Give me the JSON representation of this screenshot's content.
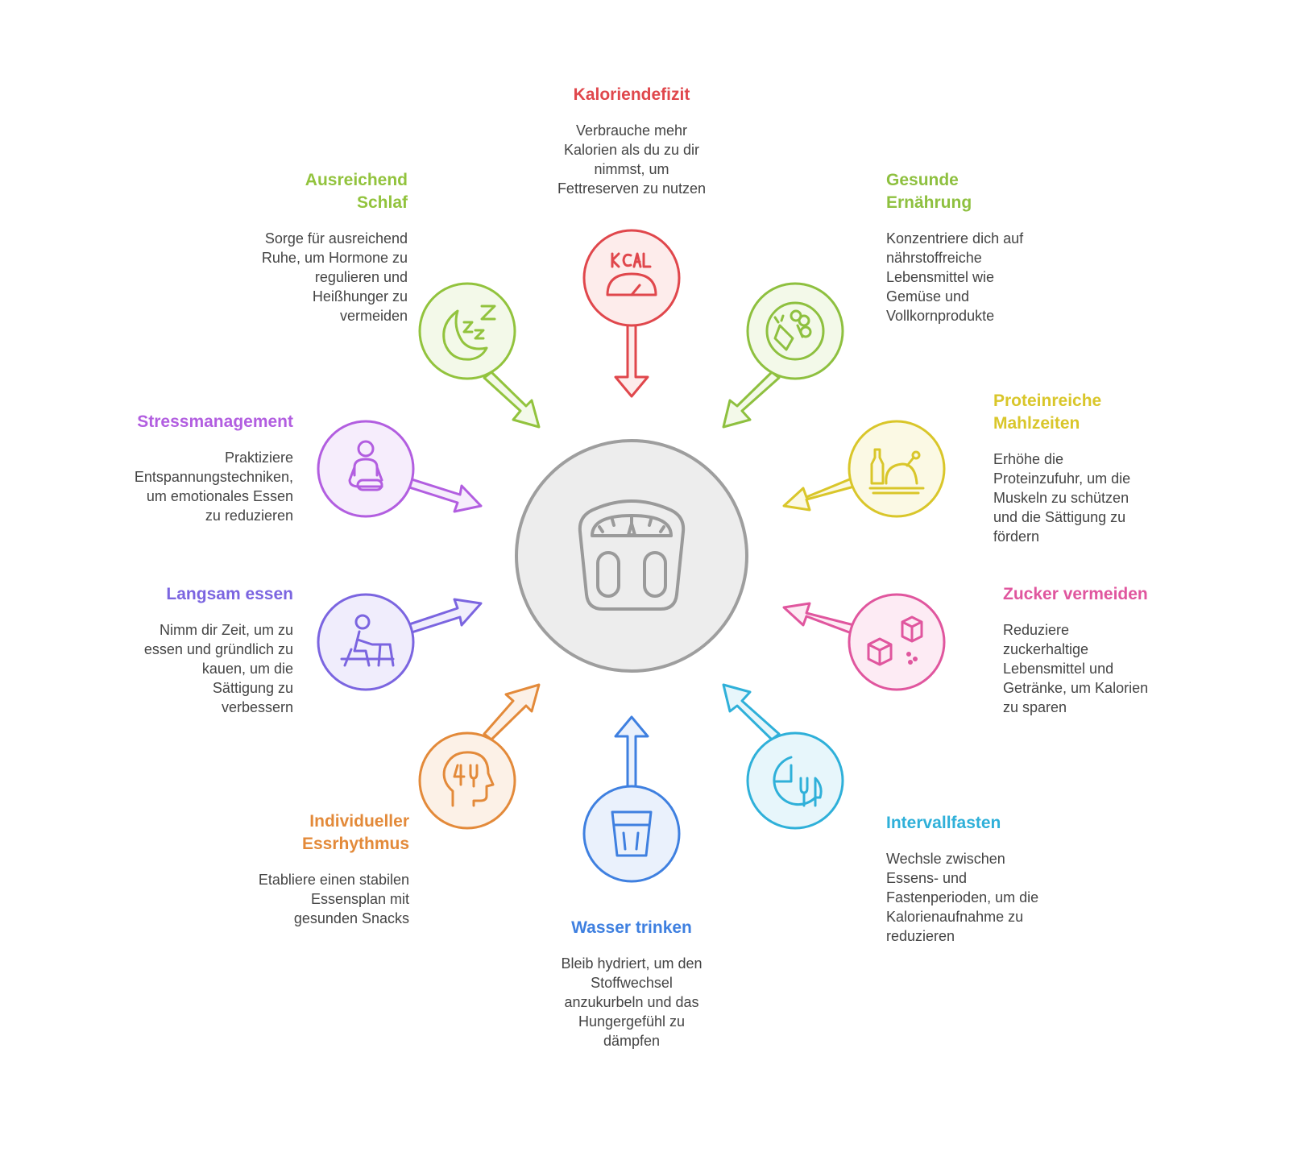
{
  "center": {
    "icon": "bathroom-scale-icon"
  },
  "items": [
    {
      "id": "kaloriendefizit",
      "title": "Kaloriendefizit",
      "text": "Verbrauche mehr\nKalorien als du zu dir\nnimmst, um\nFettreserven zu nutzen",
      "color": "#e0474c",
      "fill": "#fdeceb",
      "icon": "kcal-scale-icon"
    },
    {
      "id": "gesunde-ernaehrung",
      "title": "Gesunde\nErnährung",
      "text": "Konzentriere dich auf\nnährstoffreiche\nLebensmittel wie\nGemüse und\nVollkornprodukte",
      "color": "#8ec03f",
      "fill": "#f3f9e9",
      "icon": "vegetables-icon"
    },
    {
      "id": "proteinreiche-mahlzeiten",
      "title": "Proteinreiche\nMahlzeiten",
      "text": "Erhöhe die\nProteinzufuhr, um die\nMuskeln zu schützen\nund die Sättigung zu\nfördern",
      "color": "#d9c62a",
      "fill": "#fbf9e4",
      "icon": "chicken-dish-icon"
    },
    {
      "id": "zucker-vermeiden",
      "title": "Zucker vermeiden",
      "text": "Reduziere\nzuckerhaltige\nLebensmittel und\nGetränke, um Kalorien\nzu sparen",
      "color": "#e0569e",
      "fill": "#fdebf4",
      "icon": "sugar-cubes-icon"
    },
    {
      "id": "intervallfasten",
      "title": "Intervallfasten",
      "text": "Wechsle zwischen\nEssens- und\nFastenperioden, um die\nKalorienaufnahme zu\nreduzieren",
      "color": "#2fb0d9",
      "fill": "#e7f6fb",
      "icon": "clock-cutlery-icon"
    },
    {
      "id": "wasser-trinken",
      "title": "Wasser trinken",
      "text": "Bleib hydriert, um den\nStoffwechsel\nanzukurbeln und das\nHungergefühl zu\ndämpfen",
      "color": "#3f80e0",
      "fill": "#eaf1fc",
      "icon": "water-glass-icon"
    },
    {
      "id": "essrhythmus",
      "title": "Individueller\nEssrhythmus",
      "text": "Etabliere einen stabilen\nEssensplan mit\ngesunden Snacks",
      "color": "#e38a3a",
      "fill": "#fcf1e7",
      "icon": "head-cutlery-icon"
    },
    {
      "id": "langsam-essen",
      "title": "Langsam essen",
      "text": "Nimm dir Zeit, um zu\nessen und gründlich zu\nkauen, um die\nSättigung zu\nverbessern",
      "color": "#7b65e0",
      "fill": "#f0edfc",
      "icon": "person-eating-icon"
    },
    {
      "id": "stressmanagement",
      "title": "Stressmanagement",
      "text": "Praktiziere\nEntspannungstechniken,\num emotionales Essen\nzu reduzieren",
      "color": "#b25ee0",
      "fill": "#f6edfc",
      "icon": "meditation-icon"
    },
    {
      "id": "ausreichend-schlaf",
      "title": "Ausreichend\nSchlaf",
      "text": "Sorge für ausreichend\nRuhe, um Hormone zu\nregulieren und\nHeißhunger zu\nvermeiden",
      "color": "#92c33d",
      "fill": "#f3f9e9",
      "icon": "moon-sleep-icon"
    }
  ]
}
